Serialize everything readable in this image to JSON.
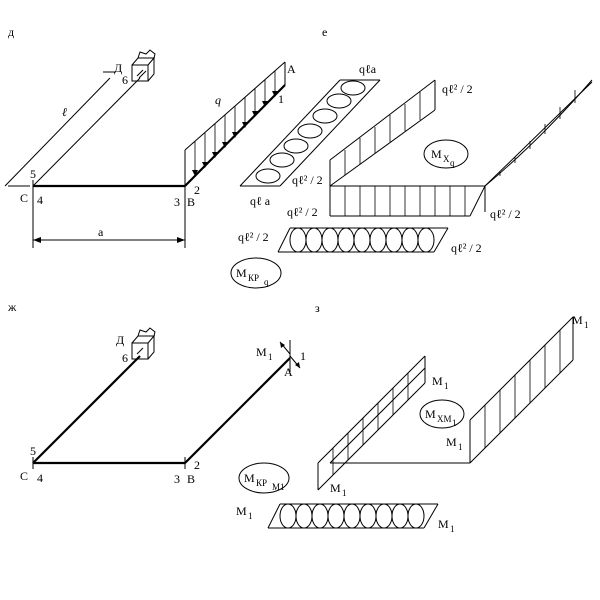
{
  "panels": {
    "d": "д",
    "e": "е",
    "zh": "ж",
    "z": "з"
  },
  "frame_top": {
    "point_D": "Д",
    "point_A": "А",
    "point_C": "С",
    "point_B": "В",
    "node_1": "1",
    "node_2": "2",
    "node_3": "3",
    "node_4": "4",
    "node_5": "5",
    "node_6": "6",
    "load_q": "q",
    "len_l": "ℓ",
    "len_a": "а"
  },
  "diagram_e": {
    "label_qla_top": "qℓа",
    "label_qla_bottom": "qℓ а",
    "label_ql2_1": "qℓ² / 2",
    "label_ql2_2": "qℓ² / 2",
    "label_ql2_3": "qℓ² / 2",
    "label_ql2_4": "qℓ² / 2",
    "label_ql2_5": "qℓ² / 2",
    "label_ql2_6": "qℓ² / 2",
    "mx_main": "M",
    "mx_sub": "X",
    "mx_subsub": "q",
    "mkr_main": "M",
    "mkr_sub": "КР",
    "mkr_subsub": "q"
  },
  "frame_bottom": {
    "point_D": "Д",
    "point_A": "А",
    "point_C": "С",
    "point_B": "В",
    "node_1": "1",
    "node_2": "2",
    "node_3": "3",
    "node_4": "4",
    "node_5": "5",
    "node_6": "6",
    "moment_main": "M",
    "moment_sub": "1"
  },
  "diagram_z": {
    "m1_a_main": "M",
    "m1_a_sub": "1",
    "m1_b_main": "M",
    "m1_b_sub": "1",
    "m1_c_main": "M",
    "m1_c_sub": "1",
    "m1_d_main": "M",
    "m1_d_sub": "1",
    "m1_e_main": "M",
    "m1_e_sub": "1",
    "m1_f_main": "M",
    "m1_f_sub": "1",
    "mxm_main": "M",
    "mxm_sub": "XM",
    "mxm_subsub": "1",
    "mkrm_main": "M",
    "mkrm_sub": "КР",
    "mkrm_subsub": "M1"
  }
}
